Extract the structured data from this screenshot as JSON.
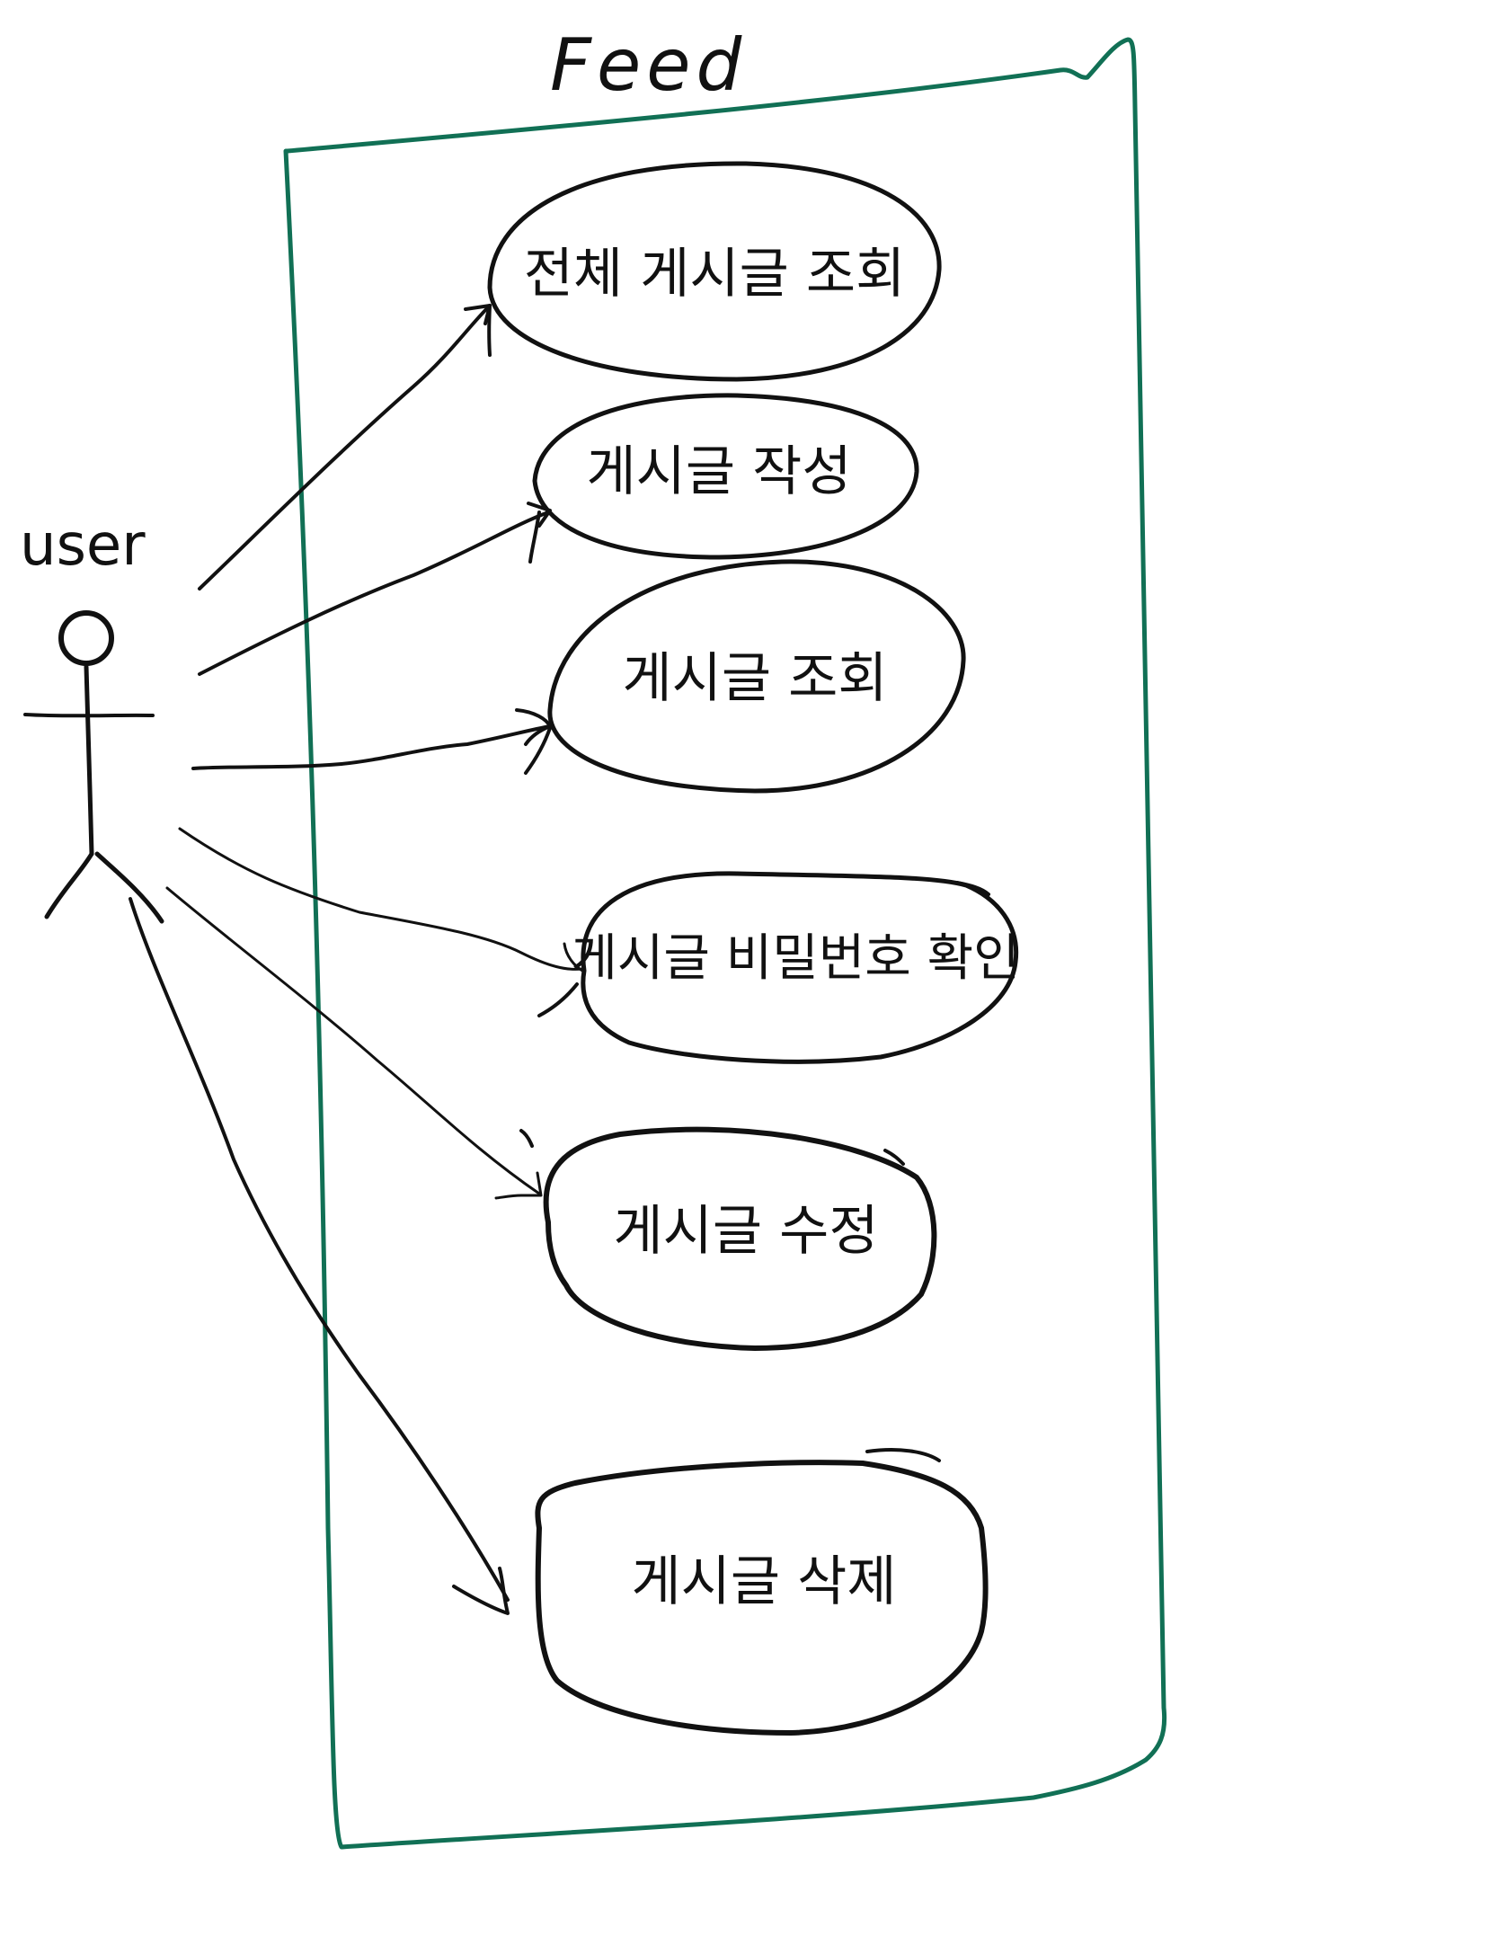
{
  "diagram": {
    "type": "use-case",
    "system": {
      "name": "Feed",
      "color": "#117055"
    },
    "actor": {
      "name": "user"
    },
    "use_cases": [
      {
        "id": "uc1",
        "label": "전체 게시글 조회"
      },
      {
        "id": "uc2",
        "label": "게시글 작성"
      },
      {
        "id": "uc3",
        "label": "게시글 조회"
      },
      {
        "id": "uc4",
        "label": "게시글 비밀번호 확인"
      },
      {
        "id": "uc5",
        "label": "게시글 수정"
      },
      {
        "id": "uc6",
        "label": "게시글 삭제"
      }
    ],
    "associations": [
      {
        "from": "user",
        "to": "uc1"
      },
      {
        "from": "user",
        "to": "uc2"
      },
      {
        "from": "user",
        "to": "uc3"
      },
      {
        "from": "user",
        "to": "uc4"
      },
      {
        "from": "user",
        "to": "uc5"
      },
      {
        "from": "user",
        "to": "uc6"
      }
    ],
    "ink_color": "#111111"
  }
}
